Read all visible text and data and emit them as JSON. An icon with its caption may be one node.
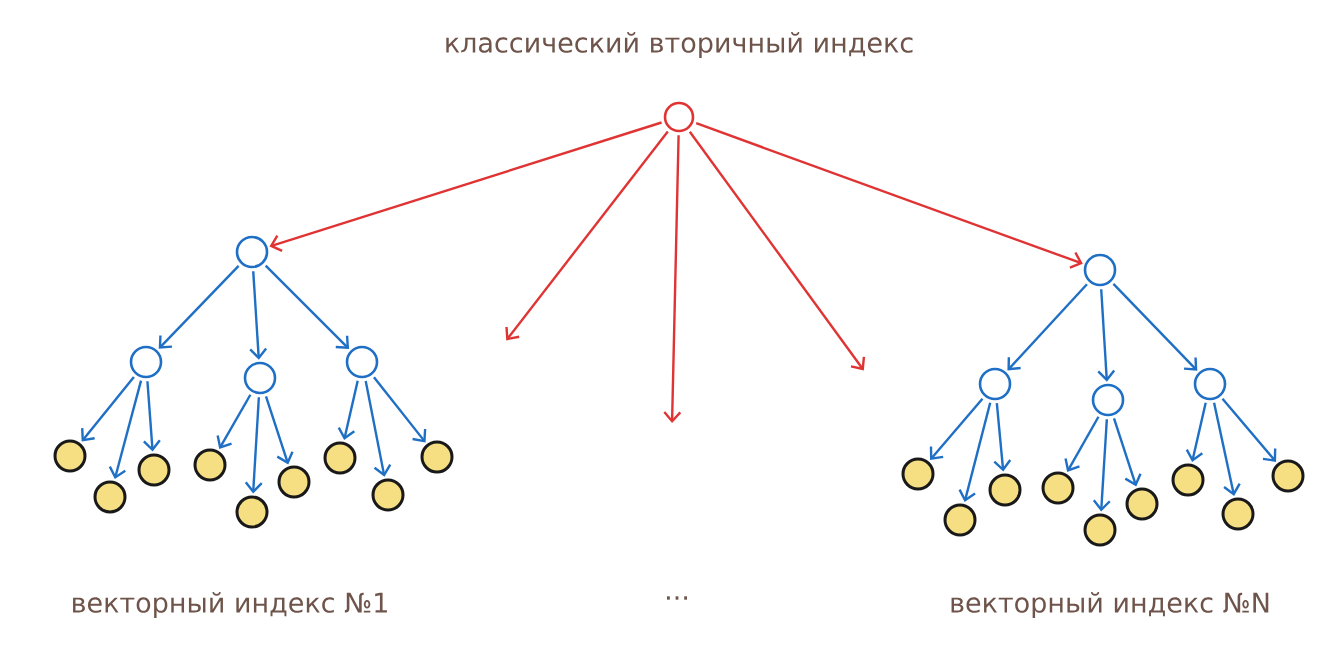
{
  "diagram": {
    "title": "классический вторичный индекс",
    "nodes": [
      {
        "text": [],
        "shape": "circle"
      },
      {
        "text": [],
        "shape": "circle"
      },
      {
        "text": [],
        "shape": "circle"
      },
      {
        "text": [],
        "shape": "circle"
      },
      {
        "text": [],
        "shape": "circle"
      },
      {
        "text": [],
        "shape": "circle"
      },
      {
        "text": [],
        "shape": "circle"
      },
      {
        "text": [],
        "shape": "circle"
      },
      {
        "text": [],
        "shape": "circle"
      },
      {
        "text": [],
        "shape": "circle"
      },
      {
        "text": [],
        "shape": "circle"
      },
      {
        "text": [],
        "shape": "circle"
      },
      {
        "text": [],
        "shape": "circle"
      },
      {
        "text": [],
        "shape": "circle"
      },
      {
        "text": [],
        "shape": "circle"
      },
      {
        "text": [],
        "shape": "circle"
      },
      {
        "text": [],
        "shape": "circle"
      },
      {
        "text": [],
        "shape": "circle"
      },
      {
        "text": [],
        "shape": "circle"
      },
      {
        "text": [],
        "shape": "circle"
      },
      {
        "text": [],
        "shape": "circle"
      },
      {
        "text": [],
        "shape": "circle"
      },
      {
        "text": [],
        "shape": "circle"
      },
      {
        "text": [],
        "shape": "circle"
      },
      {
        "text": [],
        "shape": "circle"
      },
      {
        "text": [],
        "shape": "circle"
      },
      {
        "text": [],
        "shape": "circle"
      }
    ],
    "edges": [
      {
        "from": 0,
        "to": 1,
        "arrow": "to",
        "color": "#e03434"
      },
      {
        "from": 0,
        "to": null,
        "arrow": "to",
        "color": "#e03434"
      },
      {
        "from": 0,
        "to": null,
        "arrow": "to",
        "color": "#e03434"
      },
      {
        "from": 0,
        "to": null,
        "arrow": "to",
        "color": "#e03434"
      },
      {
        "from": 0,
        "to": 14,
        "arrow": "to",
        "color": "#e03434"
      },
      {
        "from": 1,
        "to": 2,
        "arrow": "to"
      },
      {
        "from": 1,
        "to": 3,
        "arrow": "to"
      },
      {
        "from": 1,
        "to": 4,
        "arrow": "to"
      },
      {
        "from": 2,
        "to": 5,
        "arrow": "to"
      },
      {
        "from": 2,
        "to": 6,
        "arrow": "to"
      },
      {
        "from": 2,
        "to": 7,
        "arrow": "to"
      },
      {
        "from": 3,
        "to": 8,
        "arrow": "to"
      },
      {
        "from": 3,
        "to": 9,
        "arrow": "to"
      },
      {
        "from": 3,
        "to": 10,
        "arrow": "to"
      },
      {
        "from": 4,
        "to": 11,
        "arrow": "to"
      },
      {
        "from": 4,
        "to": 12,
        "arrow": "to"
      },
      {
        "from": 4,
        "to": 13,
        "arrow": "to"
      },
      {
        "from": 14,
        "to": 15,
        "arrow": "to"
      },
      {
        "from": 14,
        "to": 16,
        "arrow": "to"
      },
      {
        "from": 14,
        "to": 17,
        "arrow": "to"
      },
      {
        "from": 15,
        "to": 18,
        "arrow": "to"
      },
      {
        "from": 15,
        "to": 19,
        "arrow": "to"
      },
      {
        "from": 15,
        "to": 20,
        "arrow": "to"
      },
      {
        "from": 16,
        "to": 21,
        "arrow": "to"
      },
      {
        "from": 16,
        "to": 22,
        "arrow": "to"
      },
      {
        "from": 16,
        "to": 23,
        "arrow": "to"
      },
      {
        "from": 17,
        "to": 24,
        "arrow": "to"
      },
      {
        "from": 17,
        "to": 25,
        "arrow": "to"
      },
      {
        "from": 17,
        "to": 26,
        "arrow": "to"
      }
    ],
    "labels": [
      "векторный индекс №1",
      "...",
      "векторный индекс №N"
    ]
  }
}
